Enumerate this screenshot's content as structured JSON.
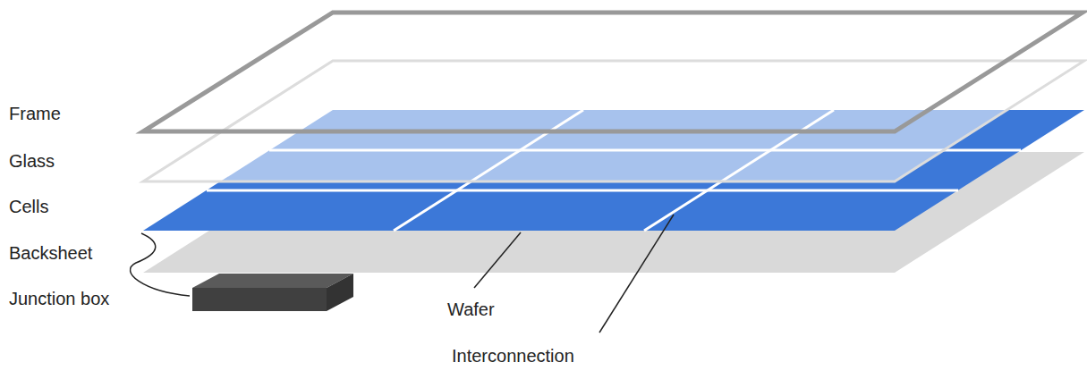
{
  "diagram": {
    "labels": [
      "Frame",
      "Glass",
      "Cells",
      "Backsheet",
      "Junction box",
      "Wafer",
      "Interconnection"
    ]
  }
}
